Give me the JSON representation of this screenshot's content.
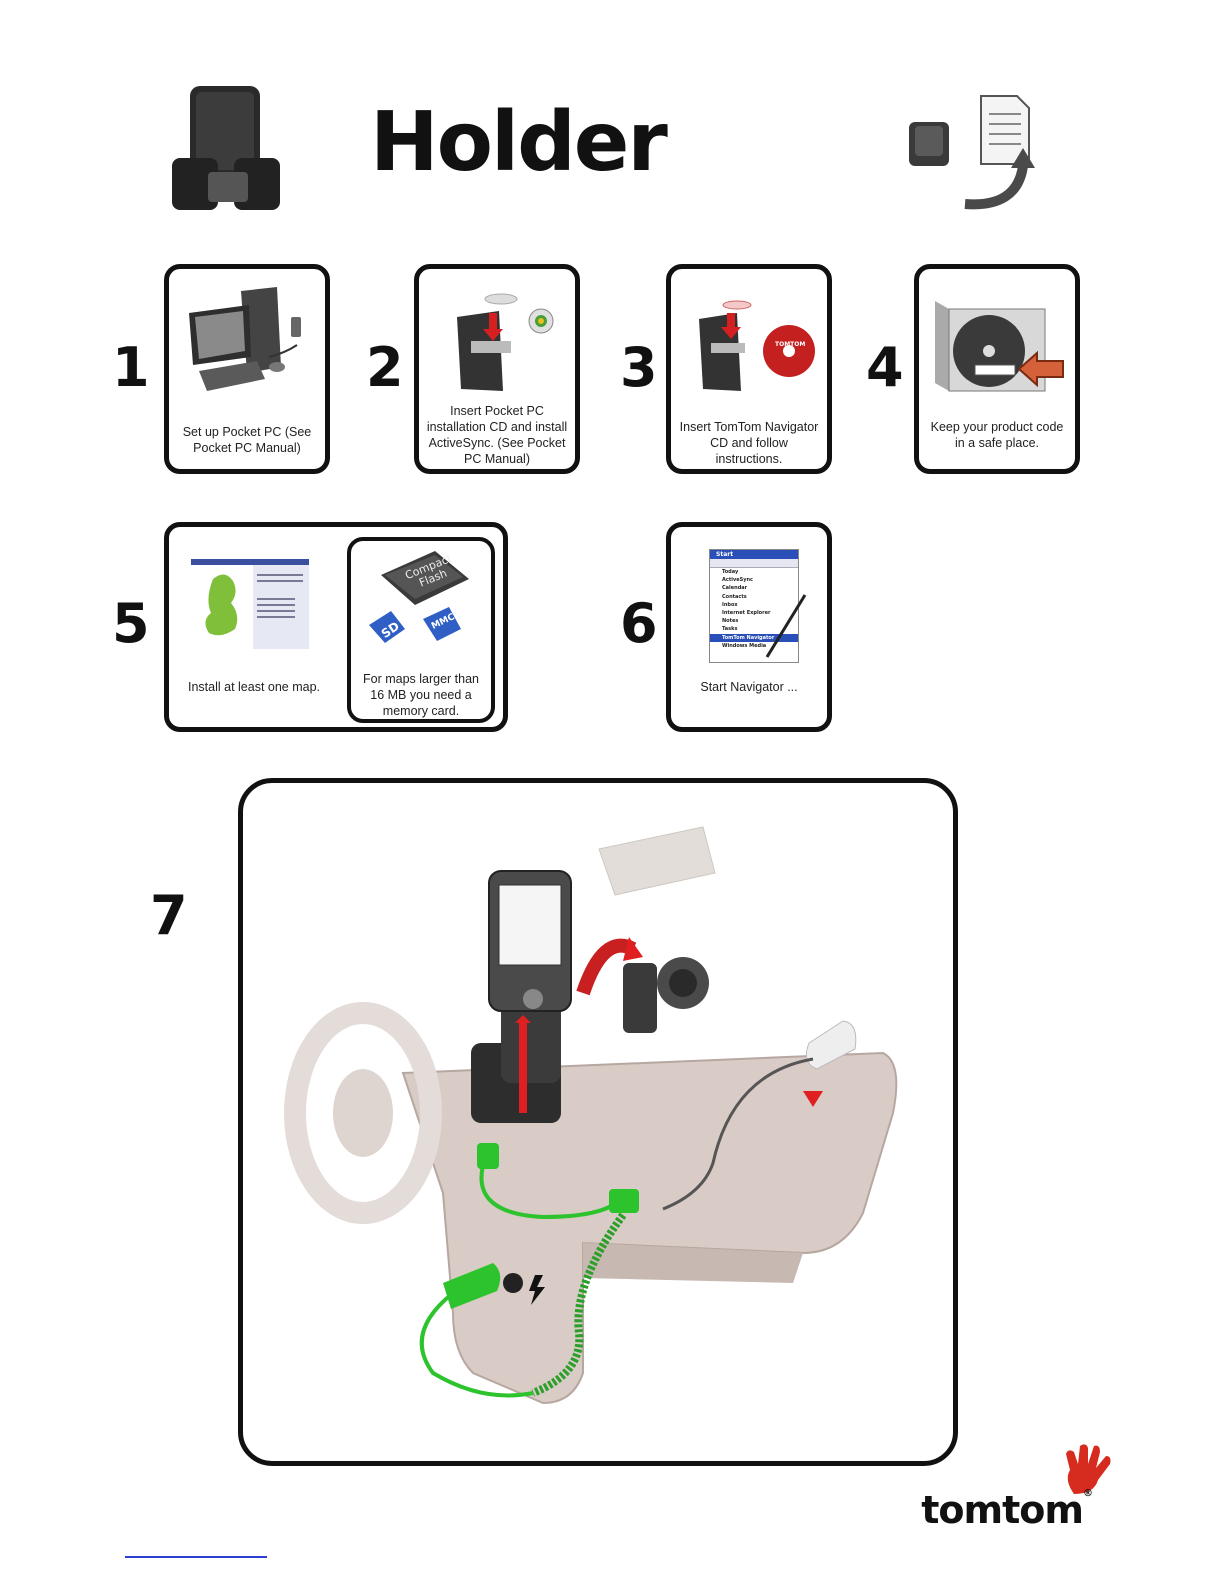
{
  "header": {
    "title": "Holder"
  },
  "steps": [
    {
      "number": "1",
      "caption": "Set up Pocket PC (See Pocket PC Manual)"
    },
    {
      "number": "2",
      "caption": "Insert Pocket PC installation CD and install ActiveSync. (See Pocket PC Manual)"
    },
    {
      "number": "3",
      "caption": "Insert TomTom Navigator CD  and follow instructions."
    },
    {
      "number": "4",
      "caption": "Keep your product code in a safe place."
    },
    {
      "number": "5",
      "caption": "Install at least one map.",
      "sub_caption": "For maps larger than 16 MB you need a memory card."
    },
    {
      "number": "6",
      "caption": "Start Navigator ..."
    },
    {
      "number": "7"
    }
  ],
  "card_labels": {
    "compact_flash": "Compact Flash",
    "sd": "SD",
    "mmc": "MMC",
    "tomtom_cd": "TOMTOM",
    "start_menu": [
      "Start",
      "Today",
      "ActiveSync",
      "Calendar",
      "Contacts",
      "Inbox",
      "Internet Explorer",
      "Notes",
      "Tasks",
      "TomTom Navigator",
      "Windows Media"
    ]
  },
  "footer": {
    "logo": "tomtom",
    "registered": "®"
  }
}
